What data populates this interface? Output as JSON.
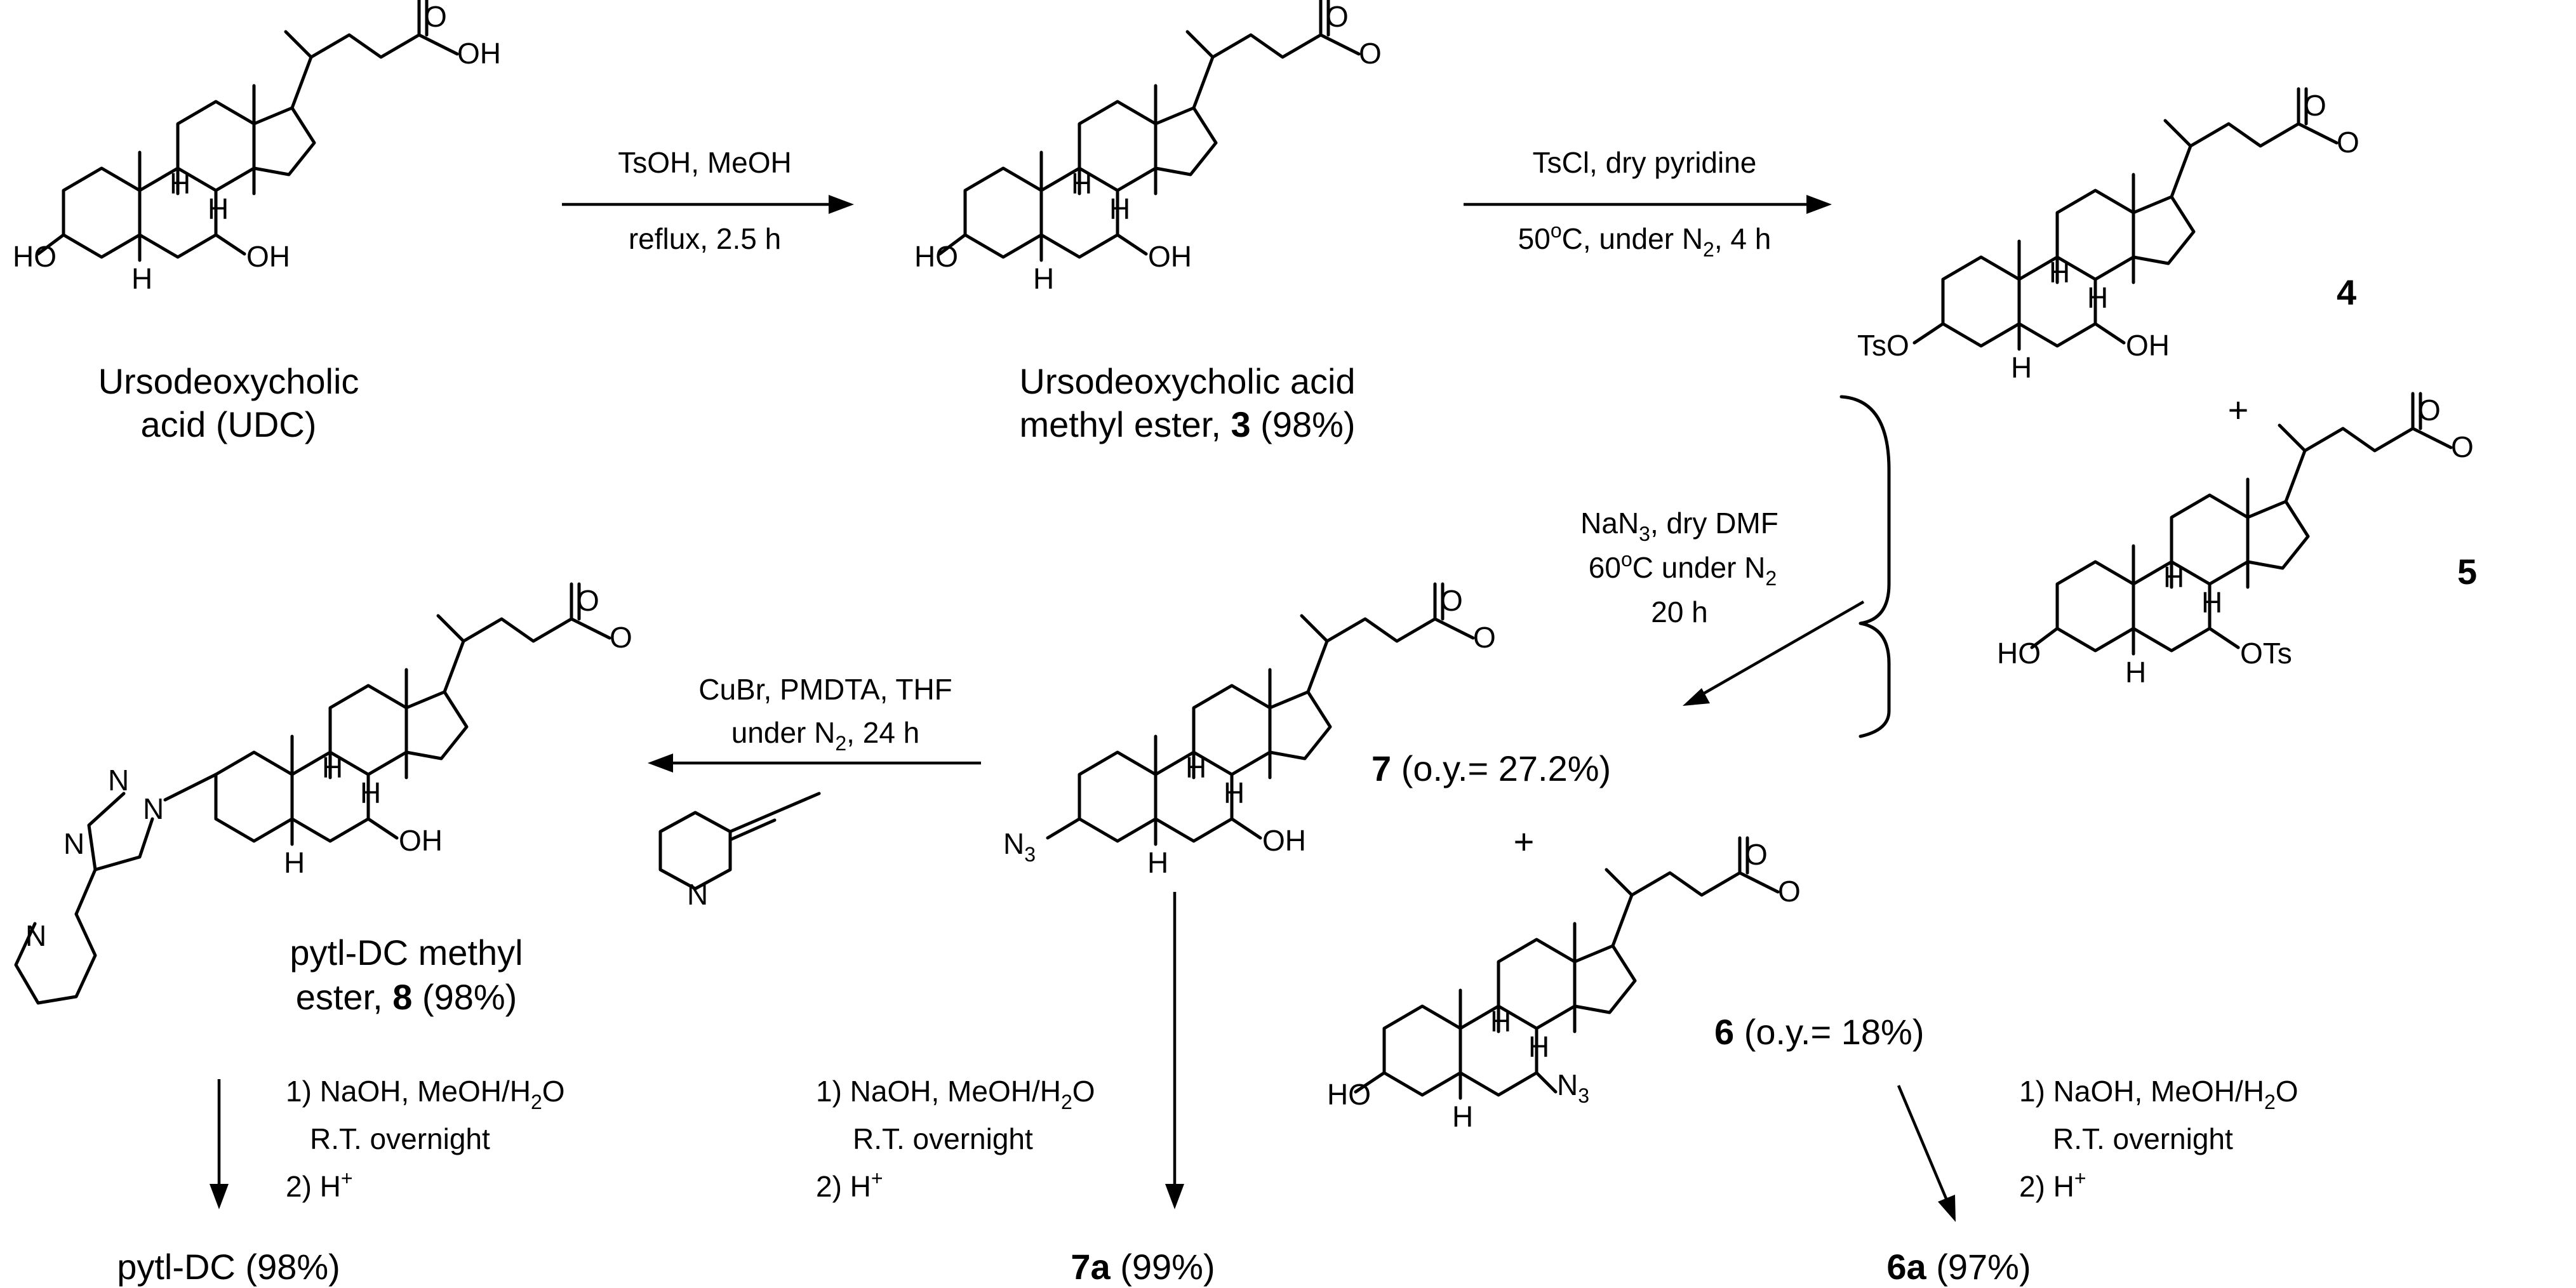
{
  "compounds": {
    "udc": {
      "line1": "Ursodeoxycholic",
      "line2": "acid (UDC)",
      "ring_labels": [
        "HO",
        "OH",
        "OH",
        "O",
        "H",
        "H",
        "H"
      ]
    },
    "c3": {
      "line1": "Ursodeoxycholic acid",
      "line2_pre": "methyl ester, ",
      "line2_bold": "3",
      "line2_post": " (98%)",
      "ring_labels": [
        "HO",
        "OH",
        "O",
        "O",
        "H",
        "H",
        "H"
      ]
    },
    "c4": {
      "number": "4",
      "ring_labels": [
        "TsO",
        "OH",
        "O",
        "O",
        "H",
        "H",
        "H"
      ]
    },
    "c5": {
      "number": "5",
      "ring_labels": [
        "HO",
        "OTs",
        "O",
        "O",
        "H",
        "H",
        "H"
      ]
    },
    "plus_top": "+",
    "c7": {
      "bold": "7",
      "rest": " (o.y.= 27.2%)",
      "ring_labels": [
        "N",
        "3",
        "OH",
        "O",
        "O",
        "H",
        "H",
        "H"
      ]
    },
    "plus_mid": "+",
    "c6": {
      "bold": "6",
      "rest": " (o.y.= 18%)",
      "ring_labels": [
        "HO",
        "N",
        "3",
        "O",
        "O",
        "H",
        "H",
        "H"
      ]
    },
    "c8": {
      "line1": "pytl-DC methyl",
      "line2_pre": "ester, ",
      "line2_bold": "8",
      "line2_post": " (98%)",
      "ring_labels": [
        "OH",
        "O",
        "O",
        "H",
        "H",
        "H",
        "N",
        "N",
        "N",
        "N"
      ]
    },
    "pyridine_alkyne": {
      "atom": "N"
    },
    "pytl_dc": "pytl-DC (98%)",
    "c7a": {
      "bold": "7a",
      "rest": " (99%)"
    },
    "c6a": {
      "bold": "6a",
      "rest": " (97%)"
    }
  },
  "conditions": {
    "step1": {
      "line1": "TsOH, MeOH",
      "line2": "reflux, 2.5 h"
    },
    "step2": {
      "line1": "TsCl, dry pyridine",
      "line2_pre": "50",
      "sup": "o",
      "line2_mid": "C, under N",
      "sub": "2",
      "line2_post": ", 4 h"
    },
    "step3": {
      "line1_pre": "NaN",
      "line1_sub": "3",
      "line1_post": ", dry DMF",
      "line2_pre": "60",
      "line2_sup": "o",
      "line2_mid": "C under N",
      "line2_sub": "2",
      "line3": "20 h"
    },
    "step4": {
      "line1": "CuBr, PMDTA, THF",
      "line2_pre": "under N",
      "line2_sub": "2",
      "line2_post": ", 24 h"
    },
    "hydrolysis": {
      "line1_pre": "1) NaOH, MeOH/H",
      "line1_sub": "2",
      "line1_post": "O",
      "line2": "R.T. overnight",
      "line3_pre": "2) H",
      "line3_sup": "+"
    }
  }
}
